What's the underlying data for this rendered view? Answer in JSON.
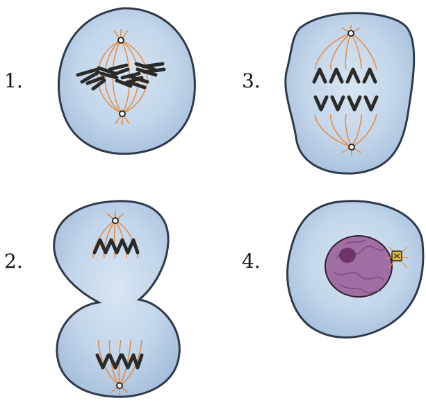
{
  "diagram": {
    "labels": [
      "1.",
      "2.",
      "3.",
      "4."
    ],
    "colors": {
      "cell_fill": "#b9cde4",
      "cell_inner": "#d6e3f1",
      "cell_outline": "#2e3a4a",
      "spindle": "#e98a3c",
      "chromosome": "#2a2a2a",
      "nucleus": "#a16ea3",
      "nucleolus": "#6e3468",
      "centrosome": "#d9b43a"
    }
  }
}
